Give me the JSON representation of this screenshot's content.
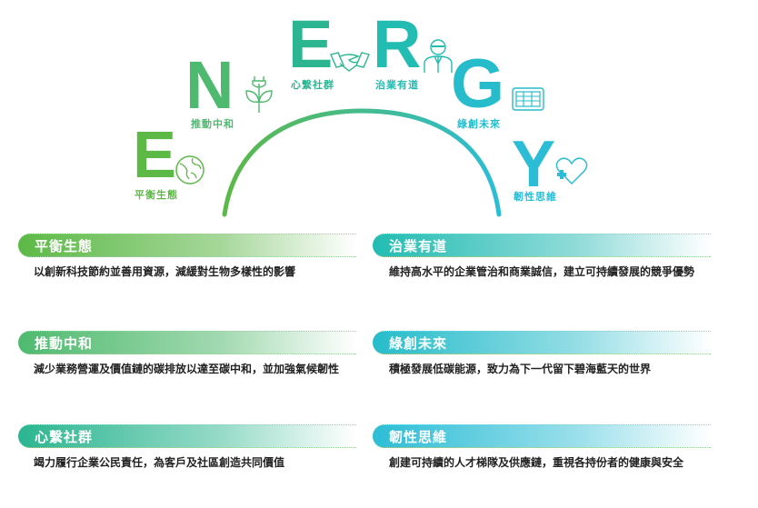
{
  "letters": [
    {
      "char": "E",
      "label": "平衡生態",
      "icon": "globe-icon",
      "color": "#5cb946"
    },
    {
      "char": "N",
      "label": "推動中和",
      "icon": "plant-plug-icon",
      "color": "#4eba6f"
    },
    {
      "char": "E",
      "label": "心繫社群",
      "icon": "handshake-icon",
      "color": "#2bb590"
    },
    {
      "char": "R",
      "label": "治業有道",
      "icon": "businessman-icon",
      "color": "#22bcb2"
    },
    {
      "char": "G",
      "label": "綠創未來",
      "icon": "solar-panel-icon",
      "color": "#26bccb"
    },
    {
      "char": "Y",
      "label": "韌性思維",
      "icon": "heart-plus-icon",
      "color": "#2cbdd6"
    }
  ],
  "sections": [
    {
      "title": "平衡生態",
      "text": "以創新科技節約並善用資源，減緩對生物多樣性的影響",
      "color": "#5cb946"
    },
    {
      "title": "治業有道",
      "text": "維持高水平的企業管治和商業誠信，建立可持續發展的競爭優勢",
      "color": "#22bcb2"
    },
    {
      "title": "推動中和",
      "text": "減少業務營運及價值鏈的碳排放以達至碳中和，並加強氣候韌性",
      "color": "#4eba6f"
    },
    {
      "title": "綠創未來",
      "text": "積極發展低碳能源，致力為下一代留下碧海藍天的世界",
      "color": "#26bccb"
    },
    {
      "title": "心繫社群",
      "text": "竭力履行企業公民責任，為客戶及社區創造共同價值",
      "color": "#2bb590"
    },
    {
      "title": "韌性思維",
      "text": "創建可持續的人才梯隊及供應鏈，重視各持份者的健康與安全",
      "color": "#2cbdd6"
    }
  ]
}
